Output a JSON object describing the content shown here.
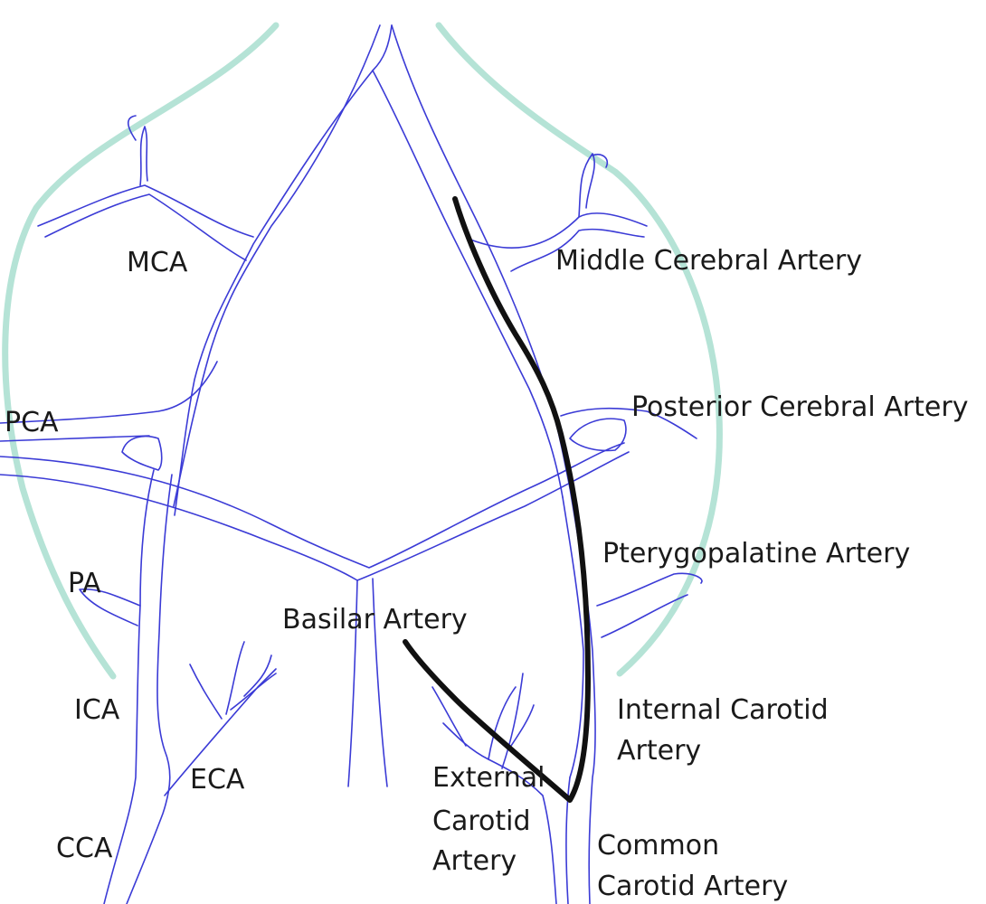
{
  "colors": {
    "vessel": "#3b3bd6",
    "outline": "#b5e3d6",
    "catheter": "#111111",
    "text": "#1a1a1a"
  },
  "labels": {
    "mca": "MCA",
    "pca": "PCA",
    "pa": "PA",
    "ica": "ICA",
    "eca": "ECA",
    "cca": "CCA",
    "basilar": "Basilar Artery",
    "middle_cerebral": "Middle Cerebral Artery",
    "posterior_cerebral": "Posterior Cerebral Artery",
    "pterygopalatine": "Pterygopalatine Artery",
    "internal_carotid_1": "Internal Carotid",
    "internal_carotid_2": "Artery",
    "external_carotid_1": "External",
    "external_carotid_2": "Carotid",
    "external_carotid_3": "Artery",
    "common_carotid_1": "Common",
    "common_carotid_2": "Carotid Artery"
  }
}
